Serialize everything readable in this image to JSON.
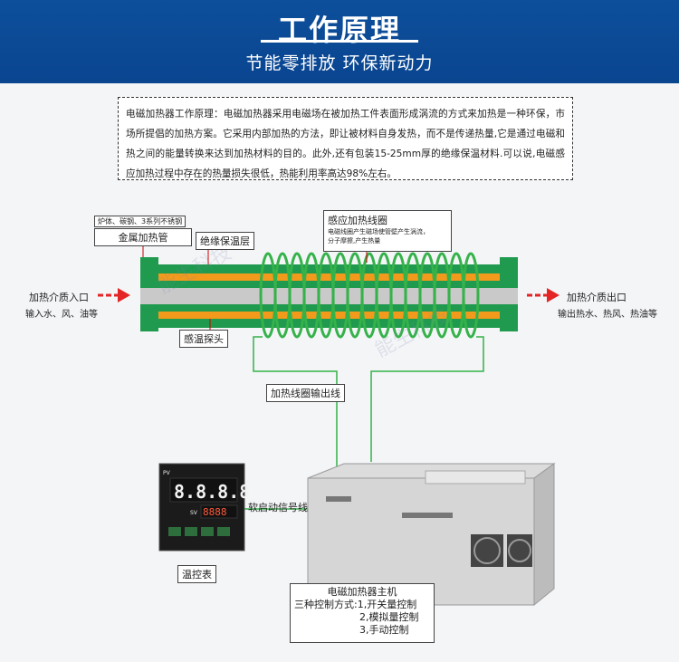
{
  "header": {
    "title": "工作原理",
    "subtitle": "节能零排放 环保新动力"
  },
  "description": "电磁加热器工作原理：电磁加热器采用电磁场在被加热工件表面形成涡流的方式来加热是一种环保，市场所提倡的加热方案。它采用内部加热的方法，即让被材料自身发热，而不是传递热量,它是通过电磁和热之间的能量转换来达到加热材料的目的。此外,还有包装15-25mm厚的绝缘保温材料.可以说,电磁感应加热过程中存在的热量损失很低，热能利用率高达98%左右。",
  "labels": {
    "pipe_materials": "炉体、碳钢、3系列不锈钢",
    "metal_pipe": "金属加热管",
    "insulation": "绝缘保温层",
    "coil_title": "感应加热线圈",
    "coil_desc1": "电磁线圈产生磁场使管壁产生涡流，",
    "coil_desc2": "分子摩擦,产生热量",
    "inlet_title": "加热介质入口",
    "inlet_desc": "输入水、风、油等",
    "outlet_title": "加热介质出口",
    "outlet_desc": "输出热水、热风、热油等",
    "sensor": "感温探头",
    "coil_output": "加热线圈输出线",
    "soft_start": "软启动信号线",
    "controller": "温控表",
    "host_title": "电磁加热器主机",
    "host_line1": "三种控制方式:1,开关量控制",
    "host_line2": "2,模拟量控制",
    "host_line3": "3,手动控制"
  },
  "controller_display": {
    "pv_label": "PV",
    "pv_value": "8.8.8.8",
    "sv_label": "SV",
    "sv_value": "8888"
  },
  "watermark": "能生科技",
  "colors": {
    "header": "#0d4f9b",
    "arrow": "#e32526",
    "pipe_green": "#1f9a4e",
    "pipe_orange": "#f29a1b",
    "coil": "#35b24a"
  }
}
